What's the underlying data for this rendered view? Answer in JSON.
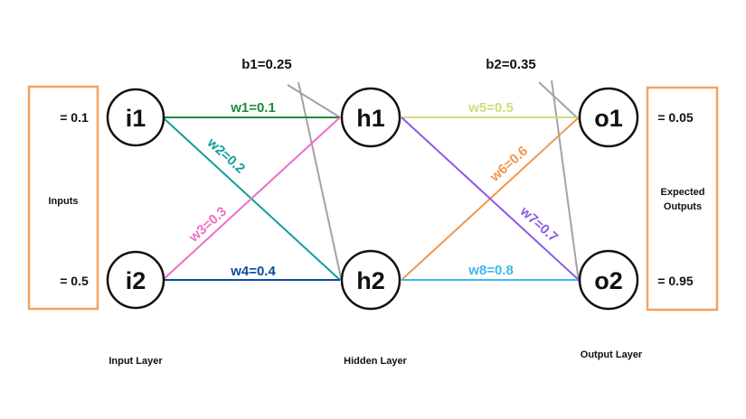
{
  "colors": {
    "box": "#f4a261",
    "w1": "#1e8a3a",
    "w2": "#139e9a",
    "w3": "#ee6ec8",
    "w4": "#0e4aa0",
    "w5": "#c9e07a",
    "w6": "#f1964e",
    "w7": "#8c59e6",
    "w8": "#3fb8ee",
    "bias": "#a3a3a3",
    "text": "#111111"
  },
  "nodes": {
    "i1": "i1",
    "i2": "i2",
    "h1": "h1",
    "h2": "h2",
    "o1": "o1",
    "o2": "o2"
  },
  "weights": {
    "w1": "w1=0.1",
    "w2": "w2=0.2",
    "w3": "w3=0.3",
    "w4": "w4=0.4",
    "w5": "w5=0.5",
    "w6": "w6=0.6",
    "w7": "w7=0.7",
    "w8": "w8=0.8"
  },
  "biases": {
    "b1": "b1=0.25",
    "b2": "b2=0.35"
  },
  "inputs_box": {
    "label": "Inputs",
    "i1_value": "= 0.1",
    "i2_value": "= 0.5"
  },
  "outputs_box": {
    "label_line1": "Expected",
    "label_line2": "Outputs",
    "o1_value": "= 0.05",
    "o2_value": "= 0.95"
  },
  "layers": {
    "input": "Input Layer",
    "hidden": "Hidden Layer",
    "output": "Output Layer"
  }
}
